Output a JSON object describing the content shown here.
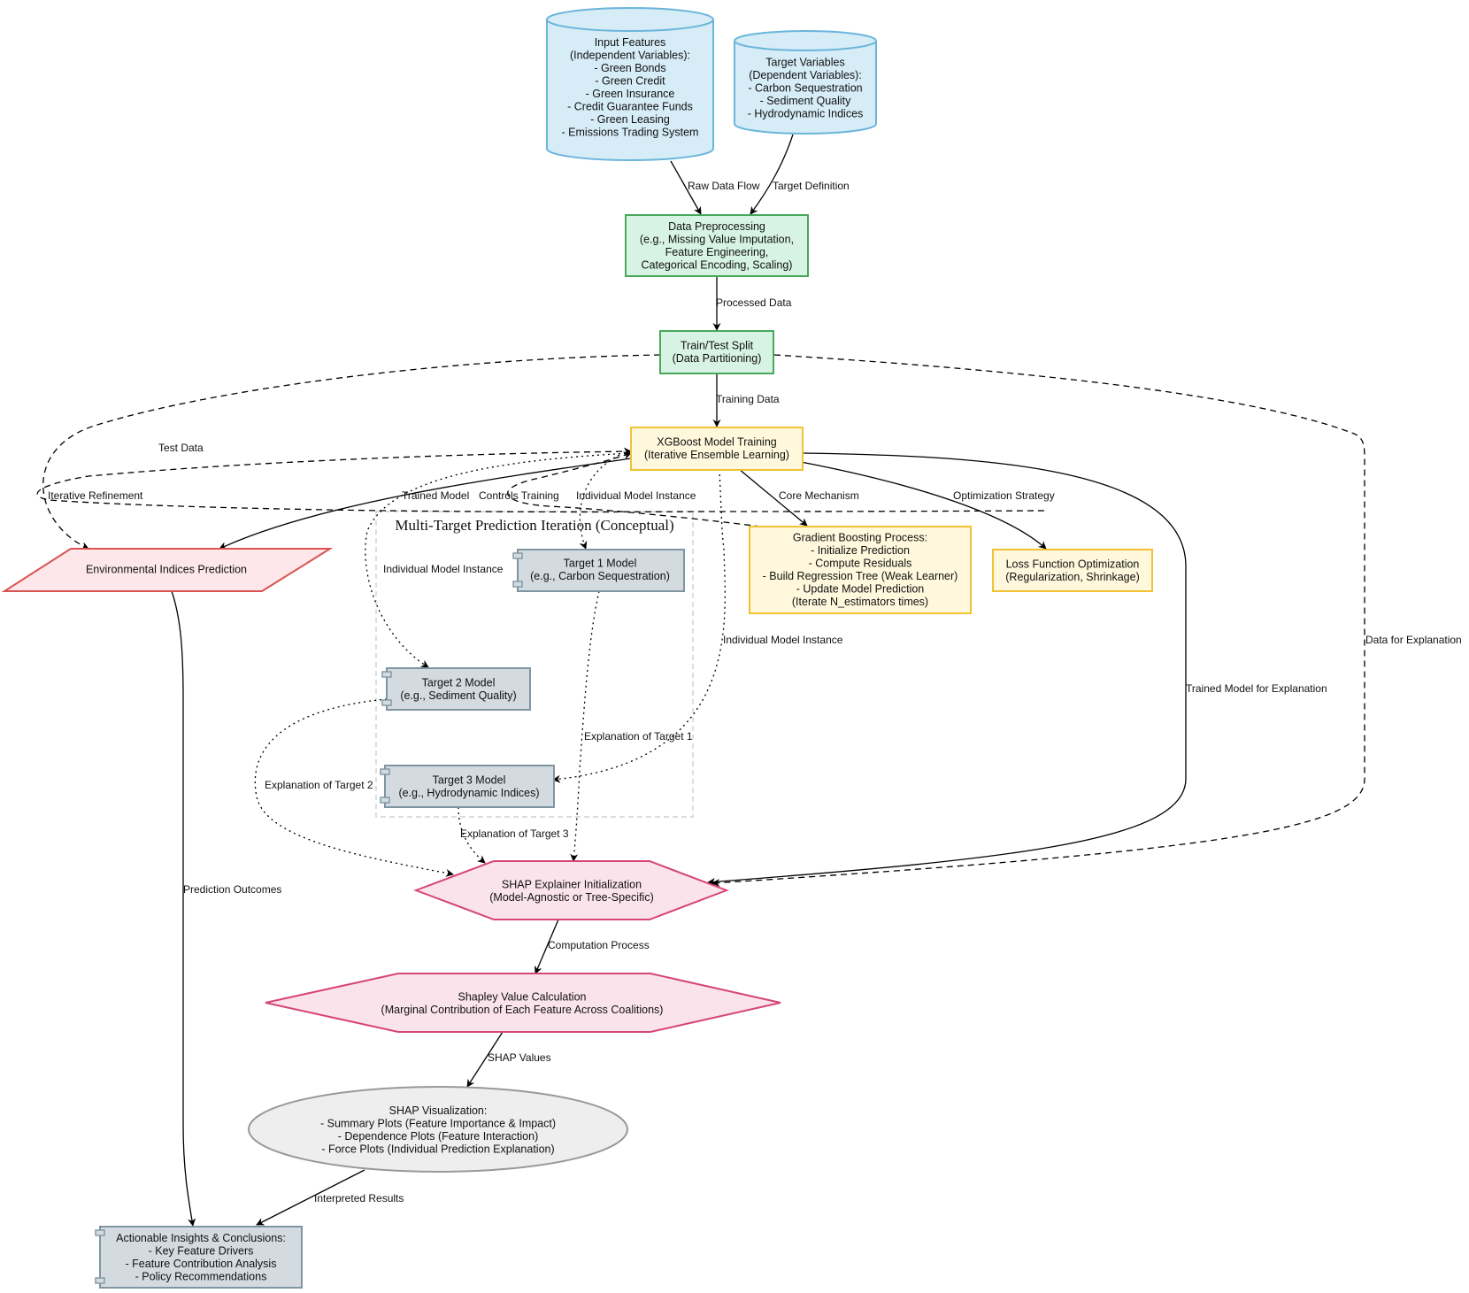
{
  "cluster": {
    "title": "Multi-Target Prediction Iteration (Conceptual)"
  },
  "nodes": {
    "input_features": {
      "lines": [
        "Input Features",
        "(Independent Variables):",
        "- Green Bonds",
        "- Green Credit",
        "- Green Insurance",
        "- Credit Guarantee Funds",
        "- Green Leasing",
        "- Emissions Trading System"
      ],
      "fill": "#d6ecf7",
      "stroke": "#6bb5da"
    },
    "target_variables": {
      "lines": [
        "Target Variables",
        "(Dependent Variables):",
        "- Carbon Sequestration",
        "- Sediment Quality",
        "- Hydrodynamic Indices"
      ],
      "fill": "#d6ecf7",
      "stroke": "#6bb5da"
    },
    "data_preprocessing": {
      "lines": [
        "Data Preprocessing",
        "(e.g., Missing Value Imputation,",
        "Feature Engineering,",
        "Categorical Encoding, Scaling)"
      ],
      "fill": "#d7f3e3",
      "stroke": "#4aa85a"
    },
    "train_test_split": {
      "lines": [
        "Train/Test Split",
        "(Data Partitioning)"
      ],
      "fill": "#d7f3e3",
      "stroke": "#4aa85a"
    },
    "xgboost_training": {
      "lines": [
        "XGBoost Model Training",
        "(Iterative Ensemble Learning)"
      ],
      "fill": "#fff8dc",
      "stroke": "#f1c232"
    },
    "gradient_boosting": {
      "lines": [
        "Gradient Boosting Process:",
        "- Initialize Prediction",
        "- Compute Residuals",
        "- Build Regression Tree (Weak Learner)",
        "- Update Model Prediction",
        "(Iterate N_estimators times)"
      ],
      "fill": "#fff8dc",
      "stroke": "#f1c232"
    },
    "loss_function": {
      "lines": [
        "Loss Function Optimization",
        "(Regularization, Shrinkage)"
      ],
      "fill": "#fff8dc",
      "stroke": "#f1c232"
    },
    "env_prediction": {
      "lines": [
        "Environmental Indices Prediction"
      ],
      "fill": "#fde7ea",
      "stroke": "#d9534f"
    },
    "target1_model": {
      "lines": [
        "Target 1 Model",
        "(e.g., Carbon Sequestration)"
      ],
      "fill": "#d3dbe0",
      "stroke": "#7f95a3"
    },
    "target2_model": {
      "lines": [
        "Target 2 Model",
        "(e.g., Sediment Quality)"
      ],
      "fill": "#d3dbe0",
      "stroke": "#7f95a3"
    },
    "target3_model": {
      "lines": [
        "Target 3 Model",
        "(e.g., Hydrodynamic Indices)"
      ],
      "fill": "#d3dbe0",
      "stroke": "#7f95a3"
    },
    "shap_explainer": {
      "lines": [
        "SHAP Explainer Initialization",
        "(Model-Agnostic or Tree-Specific)"
      ],
      "fill": "#fbe3ec",
      "stroke": "#d6457a"
    },
    "shapley_calc": {
      "lines": [
        "Shapley Value Calculation",
        "(Marginal Contribution of Each Feature Across Coalitions)"
      ],
      "fill": "#fbe3ec",
      "stroke": "#d6457a"
    },
    "shap_visualization": {
      "lines": [
        "SHAP Visualization:",
        "- Summary Plots (Feature Importance & Impact)",
        "- Dependence Plots (Feature Interaction)",
        "- Force Plots (Individual Prediction Explanation)"
      ],
      "fill": "#eeeeee",
      "stroke": "#999999"
    },
    "actionable_insights": {
      "lines": [
        "Actionable Insights & Conclusions:",
        "- Key Feature Drivers",
        "- Feature Contribution Analysis",
        "- Policy Recommendations"
      ],
      "fill": "#d3dbe0",
      "stroke": "#7f95a3"
    }
  },
  "edges": {
    "raw_data_flow": "Raw Data Flow",
    "target_definition": "Target Definition",
    "processed_data": "Processed Data",
    "training_data": "Training Data",
    "test_data": "Test Data",
    "iterative_refinement": "Iterative Refinement",
    "trained_model": "Trained Model",
    "controls_training": "Controls Training",
    "individual_model_instance_1": "Individual Model Instance",
    "individual_model_instance_2": "Individual Model Instance",
    "individual_model_instance_3": "Individual Model Instance",
    "core_mechanism": "Core Mechanism",
    "optimization_strategy": "Optimization Strategy",
    "data_for_explanation": "Data for Explanation",
    "trained_model_for_explanation": "Trained Model for Explanation",
    "explanation_target_1": "Explanation of Target 1",
    "explanation_target_2": "Explanation of Target 2",
    "explanation_target_3": "Explanation of Target 3",
    "prediction_outcomes": "Prediction Outcomes",
    "computation_process": "Computation Process",
    "shap_values": "SHAP Values",
    "interpreted_results": "Interpreted Results"
  }
}
